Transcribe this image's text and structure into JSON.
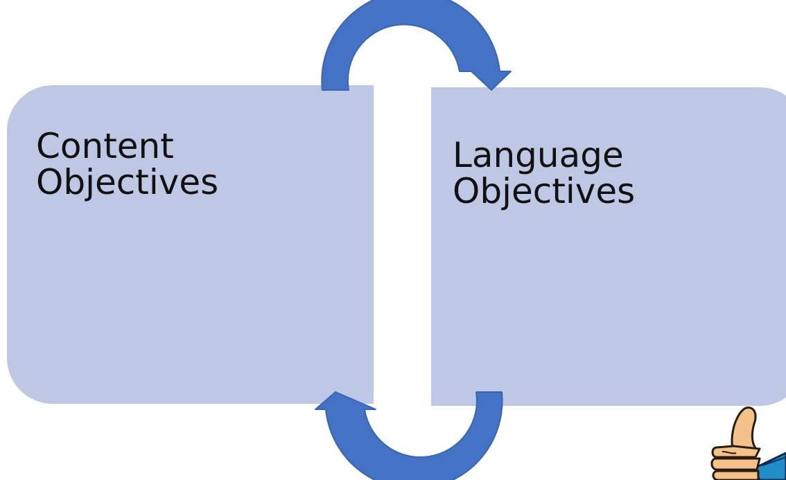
{
  "diagram": {
    "left_box": {
      "line1": "Content",
      "line2": "Objectives"
    },
    "right_box": {
      "line1": "Language",
      "line2": "Objectives"
    }
  },
  "colors": {
    "box_fill": "#bec8e4",
    "arrow_fill": "#4472c4",
    "arrow_stroke": "#3a65b4",
    "thumb_skin": "#f3c28a",
    "sleeve": "#1f8ec8"
  },
  "icons": [
    "cycle-arrow-top-icon",
    "cycle-arrow-bottom-icon",
    "thumbs-up-icon"
  ]
}
